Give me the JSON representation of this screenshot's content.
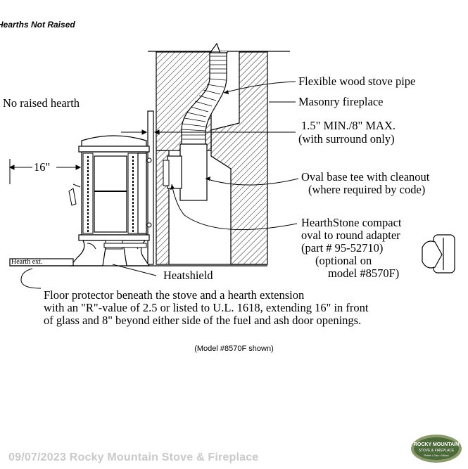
{
  "heading": "Hearths Not Raised",
  "labels": {
    "no_raised_hearth": "No raised hearth",
    "dimension_16": "16\"",
    "hearth_ext": "Hearth ext.",
    "heatshield": "Heatshield",
    "flexible_pipe": "Flexible wood stove pipe",
    "masonry_fireplace": "Masonry fireplace",
    "clearance_line1": "1.5\" MIN./8\" MAX.",
    "clearance_line2": "(with surround only)",
    "oval_tee_line1": "Oval base tee with cleanout",
    "oval_tee_line2": "(where required by code)",
    "adapter_line1": "HearthStone compact",
    "adapter_line2": "oval to round adapter",
    "adapter_line3": "(part # 95-52710)",
    "adapter_line4": "(optional on",
    "adapter_line5": "model #8570F)"
  },
  "floor_protector_note": [
    "Floor protector beneath the stove and a hearth extension",
    "with an \"R\"-value of 2.5 or listed to U.L. 1618, extending 16\" in front",
    "of glass and 8\" beyond either side of the fuel and ash door openings."
  ],
  "caption": "(Model #8570F shown)",
  "footer": "09/07/2023  Rocky Mountain Stove & Fireplace",
  "logo": {
    "line1": "ROCKY MOUNTAIN",
    "line2": "STOVE & FIREPLACE",
    "line3": "Pellet • Gas • Wood",
    "colors": {
      "outer": "#8a9a6a",
      "inner": "#4d6a3a",
      "text": "#ffffff"
    }
  }
}
